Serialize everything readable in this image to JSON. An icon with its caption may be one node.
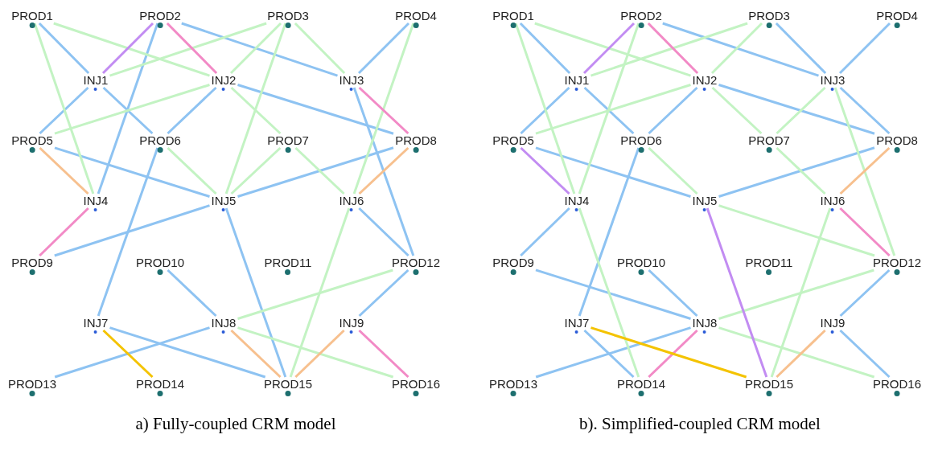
{
  "diagram": {
    "nodes": [
      {
        "text": [
          "PROD1"
        ]
      },
      {
        "text": [
          "PROD2"
        ]
      },
      {
        "text": [
          "PROD3"
        ]
      },
      {
        "text": [
          "PROD4"
        ]
      },
      {
        "text": [
          "INJ1"
        ]
      },
      {
        "text": [
          "INJ2"
        ]
      },
      {
        "text": [
          "INJ3"
        ]
      },
      {
        "text": [
          "PROD5"
        ]
      },
      {
        "text": [
          "PROD6"
        ]
      },
      {
        "text": [
          "PROD7"
        ]
      },
      {
        "text": [
          "PROD8"
        ]
      },
      {
        "text": [
          "INJ4"
        ]
      },
      {
        "text": [
          "INJ5"
        ]
      },
      {
        "text": [
          "INJ6"
        ]
      },
      {
        "text": [
          "PROD9"
        ]
      },
      {
        "text": [
          "PROD10"
        ]
      },
      {
        "text": [
          "PROD11"
        ]
      },
      {
        "text": [
          "PROD12"
        ]
      },
      {
        "text": [
          "INJ7"
        ]
      },
      {
        "text": [
          "INJ8"
        ]
      },
      {
        "text": [
          "INJ9"
        ]
      },
      {
        "text": [
          "PROD13"
        ]
      },
      {
        "text": [
          "PROD14"
        ]
      },
      {
        "text": [
          "PROD15"
        ]
      },
      {
        "text": [
          "PROD16"
        ]
      },
      {
        "text": [
          "PROD1"
        ]
      },
      {
        "text": [
          "PROD2"
        ]
      },
      {
        "text": [
          "PROD3"
        ]
      },
      {
        "text": [
          "PROD4"
        ]
      },
      {
        "text": [
          "INJ1"
        ]
      },
      {
        "text": [
          "INJ2"
        ]
      },
      {
        "text": [
          "INJ3"
        ]
      },
      {
        "text": [
          "PROD5"
        ]
      },
      {
        "text": [
          "PROD6"
        ]
      },
      {
        "text": [
          "PROD7"
        ]
      },
      {
        "text": [
          "PROD8"
        ]
      },
      {
        "text": [
          "INJ4"
        ]
      },
      {
        "text": [
          "INJ5"
        ]
      },
      {
        "text": [
          "INJ6"
        ]
      },
      {
        "text": [
          "PROD9"
        ]
      },
      {
        "text": [
          "PROD10"
        ]
      },
      {
        "text": [
          "PROD11"
        ]
      },
      {
        "text": [
          "PROD12"
        ]
      },
      {
        "text": [
          "INJ7"
        ]
      },
      {
        "text": [
          "INJ8"
        ]
      },
      {
        "text": [
          "INJ9"
        ]
      },
      {
        "text": [
          "PROD13"
        ]
      },
      {
        "text": [
          "PROD14"
        ]
      },
      {
        "text": [
          "PROD15"
        ]
      },
      {
        "text": [
          "PROD16"
        ]
      }
    ],
    "edges": [
      {
        "from": 0,
        "to": 4,
        "arrow": "none"
      },
      {
        "from": 1,
        "to": 6,
        "arrow": "none"
      },
      {
        "from": 1,
        "to": 11,
        "arrow": "none"
      },
      {
        "from": 3,
        "to": 6,
        "arrow": "none"
      },
      {
        "from": 4,
        "to": 7,
        "arrow": "none"
      },
      {
        "from": 4,
        "to": 8,
        "arrow": "none"
      },
      {
        "from": 5,
        "to": 8,
        "arrow": "none"
      },
      {
        "from": 5,
        "to": 10,
        "arrow": "none"
      },
      {
        "from": 6,
        "to": 17,
        "arrow": "none"
      },
      {
        "from": 7,
        "to": 12,
        "arrow": "none"
      },
      {
        "from": 8,
        "to": 18,
        "arrow": "none"
      },
      {
        "from": 10,
        "to": 12,
        "arrow": "none"
      },
      {
        "from": 12,
        "to": 14,
        "arrow": "none"
      },
      {
        "from": 12,
        "to": 23,
        "arrow": "none"
      },
      {
        "from": 13,
        "to": 17,
        "arrow": "none"
      },
      {
        "from": 15,
        "to": 19,
        "arrow": "none"
      },
      {
        "from": 17,
        "to": 20,
        "arrow": "none"
      },
      {
        "from": 18,
        "to": 23,
        "arrow": "none"
      },
      {
        "from": 19,
        "to": 21,
        "arrow": "none"
      },
      {
        "from": 0,
        "to": 5,
        "arrow": "none",
        "color": "#c3f3c3"
      },
      {
        "from": 0,
        "to": 11,
        "arrow": "none",
        "color": "#c3f3c3"
      },
      {
        "from": 2,
        "to": 4,
        "arrow": "none",
        "color": "#c3f3c3"
      },
      {
        "from": 2,
        "to": 5,
        "arrow": "none",
        "color": "#c3f3c3"
      },
      {
        "from": 2,
        "to": 6,
        "arrow": "none",
        "color": "#c3f3c3"
      },
      {
        "from": 2,
        "to": 12,
        "arrow": "none",
        "color": "#c3f3c3"
      },
      {
        "from": 3,
        "to": 13,
        "arrow": "none",
        "color": "#c3f3c3"
      },
      {
        "from": 5,
        "to": 7,
        "arrow": "none",
        "color": "#c3f3c3"
      },
      {
        "from": 5,
        "to": 9,
        "arrow": "none",
        "color": "#c3f3c3"
      },
      {
        "from": 8,
        "to": 12,
        "arrow": "none",
        "color": "#c3f3c3"
      },
      {
        "from": 9,
        "to": 12,
        "arrow": "none",
        "color": "#c3f3c3"
      },
      {
        "from": 9,
        "to": 13,
        "arrow": "none",
        "color": "#c3f3c3"
      },
      {
        "from": 13,
        "to": 23,
        "arrow": "none",
        "color": "#c3f3c3"
      },
      {
        "from": 17,
        "to": 19,
        "arrow": "none",
        "color": "#c3f3c3"
      },
      {
        "from": 19,
        "to": 24,
        "arrow": "none",
        "color": "#c3f3c3"
      },
      {
        "from": 1,
        "to": 4,
        "arrow": "none",
        "color": "#c28cf2"
      },
      {
        "from": 1,
        "to": 5,
        "arrow": "none",
        "color": "#f28ac6"
      },
      {
        "from": 6,
        "to": 10,
        "arrow": "none",
        "color": "#f28ac6"
      },
      {
        "from": 11,
        "to": 14,
        "arrow": "none",
        "color": "#f28ac6"
      },
      {
        "from": 20,
        "to": 24,
        "arrow": "none",
        "color": "#f28ac6"
      },
      {
        "from": 7,
        "to": 11,
        "arrow": "none",
        "color": "#f7c08e"
      },
      {
        "from": 10,
        "to": 13,
        "arrow": "none",
        "color": "#f7c08e"
      },
      {
        "from": 19,
        "to": 23,
        "arrow": "none",
        "color": "#f7c08e"
      },
      {
        "from": 20,
        "to": 23,
        "arrow": "none",
        "color": "#f7c08e"
      },
      {
        "from": 18,
        "to": 22,
        "arrow": "none",
        "color": "#f4c300"
      },
      {
        "from": 25,
        "to": 29,
        "arrow": "none"
      },
      {
        "from": 26,
        "to": 31,
        "arrow": "none"
      },
      {
        "from": 27,
        "to": 31,
        "arrow": "none"
      },
      {
        "from": 28,
        "to": 31,
        "arrow": "none"
      },
      {
        "from": 29,
        "to": 32,
        "arrow": "none"
      },
      {
        "from": 29,
        "to": 33,
        "arrow": "none"
      },
      {
        "from": 30,
        "to": 33,
        "arrow": "none"
      },
      {
        "from": 30,
        "to": 35,
        "arrow": "none"
      },
      {
        "from": 31,
        "to": 35,
        "arrow": "none"
      },
      {
        "from": 32,
        "to": 37,
        "arrow": "none"
      },
      {
        "from": 33,
        "to": 43,
        "arrow": "none"
      },
      {
        "from": 35,
        "to": 37,
        "arrow": "none"
      },
      {
        "from": 36,
        "to": 39,
        "arrow": "none"
      },
      {
        "from": 39,
        "to": 44,
        "arrow": "none"
      },
      {
        "from": 40,
        "to": 44,
        "arrow": "none"
      },
      {
        "from": 42,
        "to": 45,
        "arrow": "none"
      },
      {
        "from": 43,
        "to": 47,
        "arrow": "none"
      },
      {
        "from": 44,
        "to": 46,
        "arrow": "none"
      },
      {
        "from": 45,
        "to": 49,
        "arrow": "none"
      },
      {
        "from": 25,
        "to": 30,
        "arrow": "none",
        "color": "#c3f3c3"
      },
      {
        "from": 25,
        "to": 36,
        "arrow": "none",
        "color": "#c3f3c3"
      },
      {
        "from": 36,
        "to": 47,
        "arrow": "none",
        "color": "#c3f3c3"
      },
      {
        "from": 26,
        "to": 36,
        "arrow": "none",
        "color": "#c3f3c3"
      },
      {
        "from": 27,
        "to": 29,
        "arrow": "none",
        "color": "#c3f3c3"
      },
      {
        "from": 27,
        "to": 30,
        "arrow": "none",
        "color": "#c3f3c3"
      },
      {
        "from": 30,
        "to": 32,
        "arrow": "none",
        "color": "#c3f3c3"
      },
      {
        "from": 30,
        "to": 34,
        "arrow": "none",
        "color": "#c3f3c3"
      },
      {
        "from": 34,
        "to": 38,
        "arrow": "none",
        "color": "#c3f3c3"
      },
      {
        "from": 31,
        "to": 34,
        "arrow": "none",
        "color": "#c3f3c3"
      },
      {
        "from": 31,
        "to": 42,
        "arrow": "none",
        "color": "#c3f3c3"
      },
      {
        "from": 33,
        "to": 37,
        "arrow": "none",
        "color": "#c3f3c3"
      },
      {
        "from": 37,
        "to": 42,
        "arrow": "none",
        "color": "#c3f3c3"
      },
      {
        "from": 38,
        "to": 48,
        "arrow": "none",
        "color": "#c3f3c3"
      },
      {
        "from": 42,
        "to": 44,
        "arrow": "none",
        "color": "#c3f3c3"
      },
      {
        "from": 44,
        "to": 49,
        "arrow": "none",
        "color": "#c3f3c3"
      },
      {
        "from": 26,
        "to": 29,
        "arrow": "none",
        "color": "#c28cf2"
      },
      {
        "from": 32,
        "to": 36,
        "arrow": "none",
        "color": "#c28cf2"
      },
      {
        "from": 37,
        "to": 48,
        "arrow": "none",
        "color": "#c28cf2"
      },
      {
        "from": 26,
        "to": 30,
        "arrow": "none",
        "color": "#f28ac6"
      },
      {
        "from": 38,
        "to": 42,
        "arrow": "none",
        "color": "#f28ac6"
      },
      {
        "from": 44,
        "to": 47,
        "arrow": "none",
        "color": "#f28ac6"
      },
      {
        "from": 35,
        "to": 38,
        "arrow": "none",
        "color": "#f7c08e"
      },
      {
        "from": 45,
        "to": 48,
        "arrow": "none",
        "color": "#f7c08e"
      },
      {
        "from": 43,
        "to": 48,
        "arrow": "none",
        "color": "#f4c300"
      }
    ],
    "labels": [
      "a) Fully-coupled CRM model",
      "b). Simplified-coupled CRM model"
    ]
  }
}
